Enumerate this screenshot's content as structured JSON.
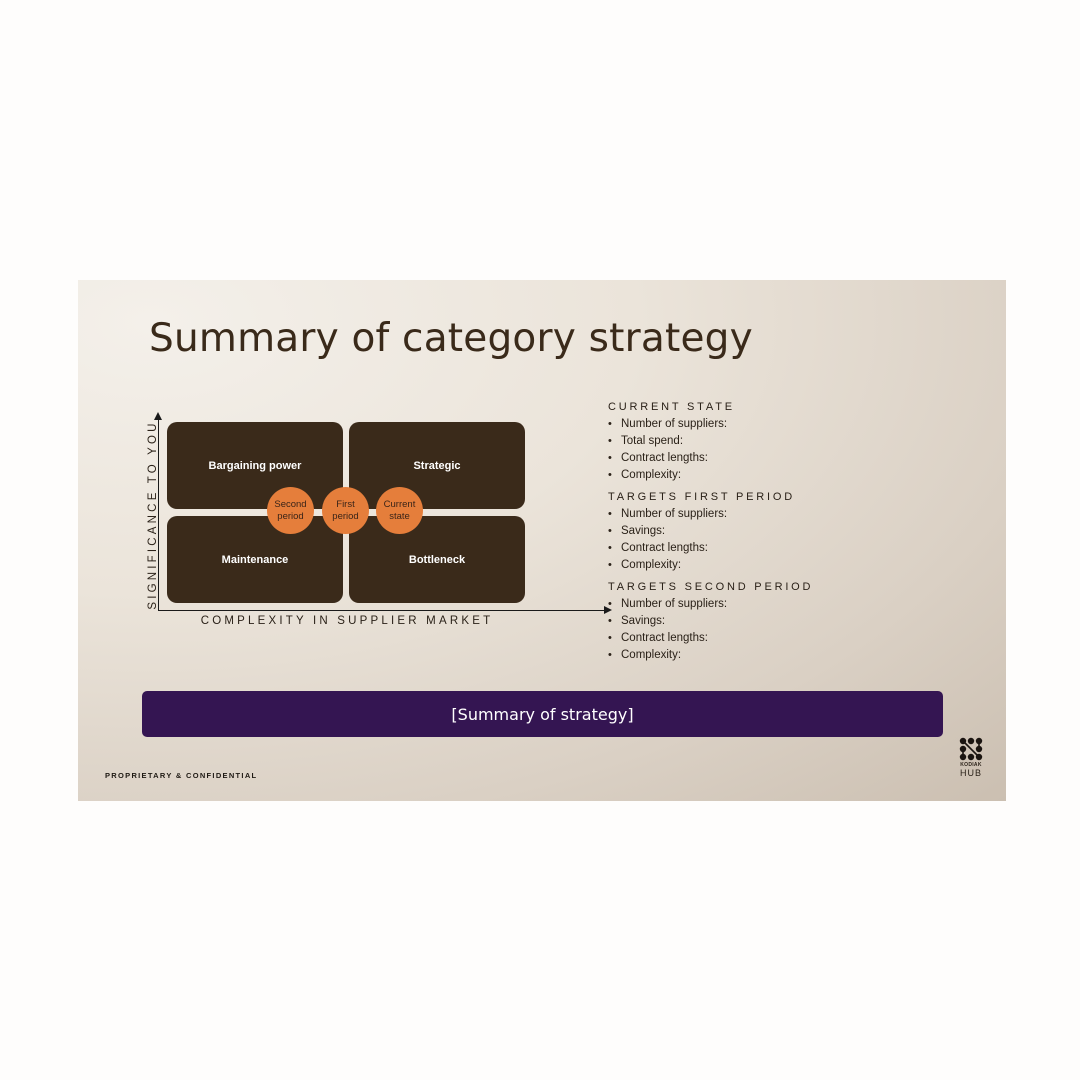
{
  "slide": {
    "title": "Summary of category strategy",
    "footer": "PROPRIETARY & CONFIDENTIAL",
    "logo": {
      "line1": "KODIAK",
      "line2": "HUB",
      "icon": "kodiak-hub-logo-icon"
    },
    "colors": {
      "background_light": "#f4f0ea",
      "background_dark": "#cbbfb1",
      "title": "#3a2a1a",
      "quadrant": "#3a2a1a",
      "circle": "#e57e3b",
      "summary_bar": "#341552"
    }
  },
  "matrix": {
    "y_axis_label": "SIGNIFICANCE TO YOU",
    "x_axis_label": "COMPLEXITY IN SUPPLIER MARKET",
    "quadrants": {
      "top_left": "Bargaining power",
      "top_right": "Strategic",
      "bottom_left": "Maintenance",
      "bottom_right": "Bottleneck"
    },
    "markers": [
      {
        "line1": "Second",
        "line2": "period"
      },
      {
        "line1": "First",
        "line2": "period"
      },
      {
        "line1": "Current",
        "line2": "state"
      }
    ]
  },
  "targets": [
    {
      "title": "CURRENT STATE",
      "items": [
        "Number of suppliers:",
        "Total spend:",
        "Contract lengths:",
        "Complexity:"
      ]
    },
    {
      "title": "TARGETS FIRST PERIOD",
      "items": [
        "Number of suppliers:",
        "Savings:",
        "Contract lengths:",
        "Complexity:"
      ]
    },
    {
      "title": "TARGETS SECOND PERIOD",
      "items": [
        "Number of suppliers:",
        "Savings:",
        "Contract lengths:",
        "Complexity:"
      ]
    }
  ],
  "summary_bar": {
    "text": "[Summary of strategy]"
  }
}
